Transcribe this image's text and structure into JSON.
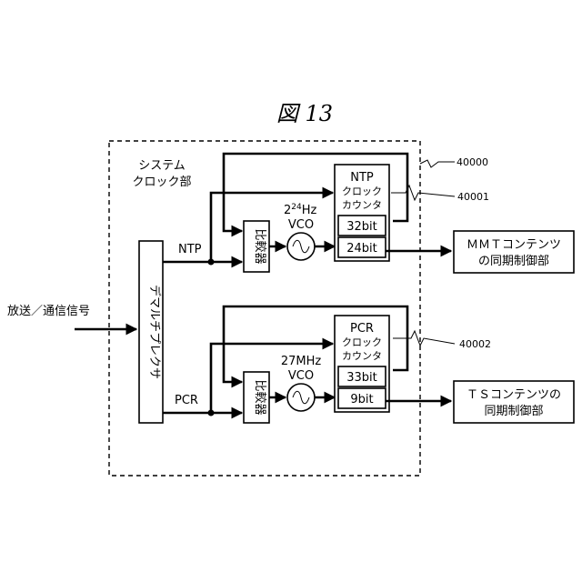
{
  "figure": {
    "title": "図 13"
  },
  "system": {
    "label_line1": "システム",
    "label_line2": "クロック部"
  },
  "refs": {
    "system": "40000",
    "ntp_counter": "40001",
    "pcr_counter": "40002"
  },
  "input": {
    "label": "放送／通信信号"
  },
  "demux": {
    "label": "デマルチプレクサ"
  },
  "ntp": {
    "signal": "NTP",
    "comparator": "比較器",
    "vco_freq_base": "2",
    "vco_freq_exp": "24",
    "vco_freq_unit": "Hz",
    "vco": "VCO",
    "counter_line1": "NTP",
    "counter_line2": "クロック",
    "counter_line3": "カウンタ",
    "upper_bits": "32bit",
    "lower_bits": "24bit",
    "output_line1": "ＭＭＴコンテンツ",
    "output_line2": "の同期制御部"
  },
  "pcr": {
    "signal": "PCR",
    "comparator": "比較器",
    "vco_freq": "27MHz",
    "vco": "VCO",
    "counter_line1": "PCR",
    "counter_line2": "クロック",
    "counter_line3": "カウンタ",
    "upper_bits": "33bit",
    "lower_bits": "9bit",
    "output_line1": "ＴＳコンテンツの",
    "output_line2": "同期制御部"
  }
}
